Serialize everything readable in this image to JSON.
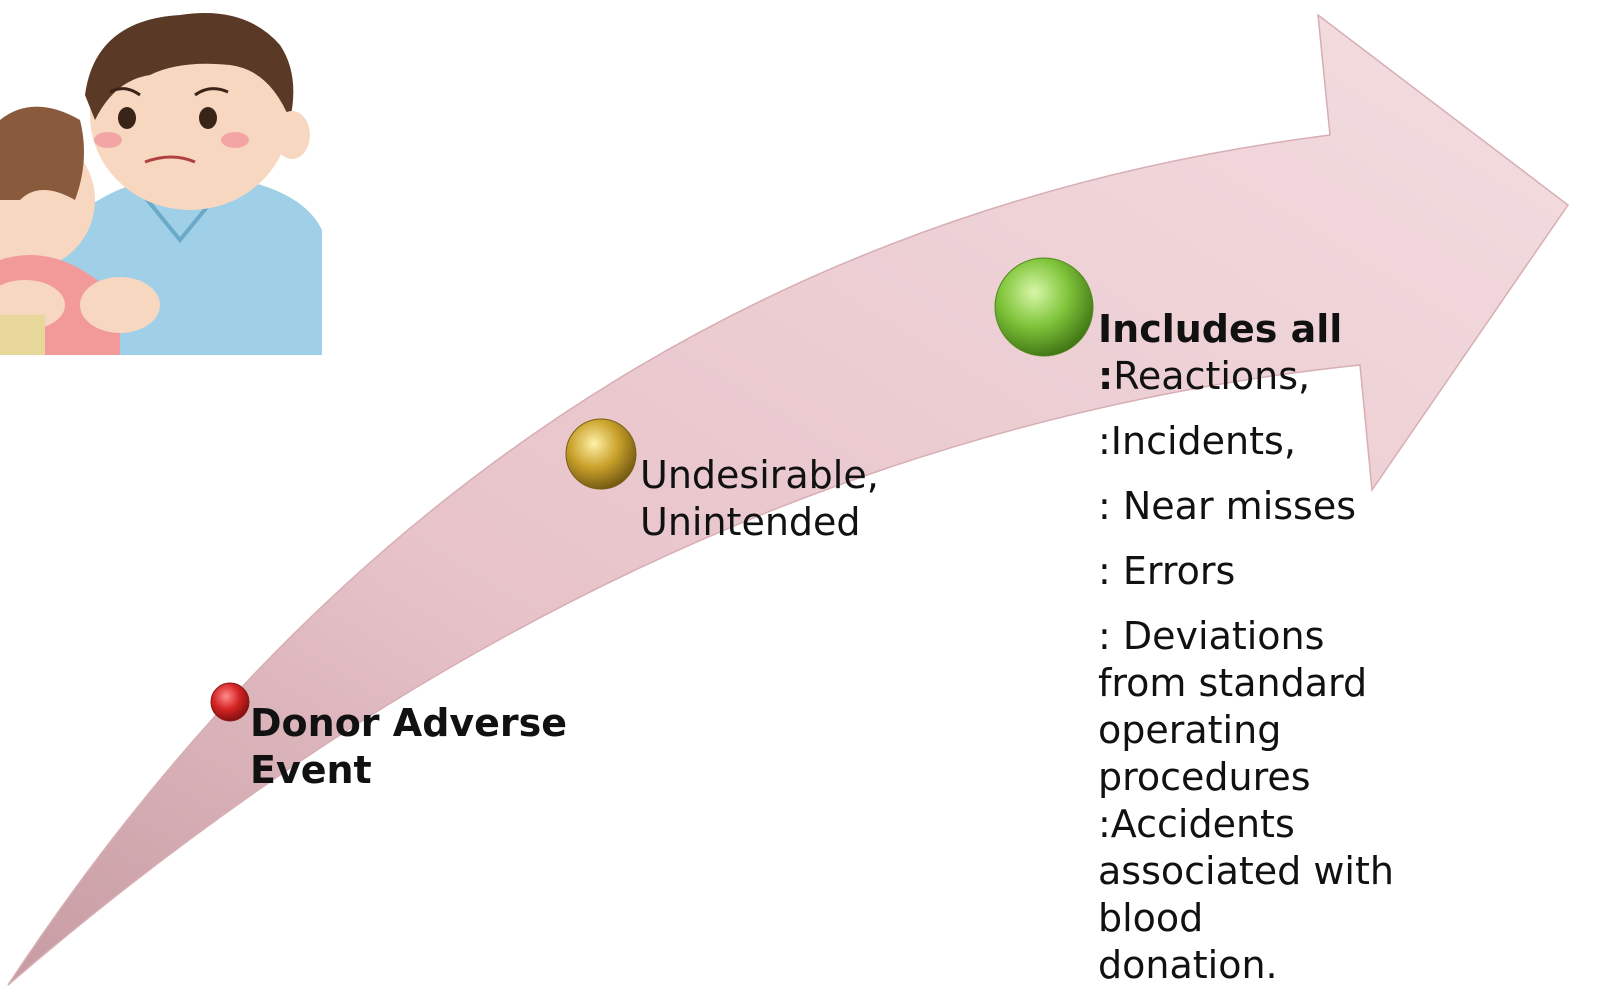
{
  "colors": {
    "arrow_fill": "#ecccd1",
    "arrow_edge": "#c79ba2",
    "dot_red": "#cc2020",
    "dot_gold": "#c9a12a",
    "dot_green": "#7fc43a",
    "text": "#111111"
  },
  "illustration": {
    "name": "worried-caregiver-clipart",
    "description_icon": "person-comforting-icon"
  },
  "stages": [
    {
      "dot_color": "red",
      "lines": [
        "Donor Adverse",
        "Event"
      ]
    },
    {
      "dot_color": "gold",
      "lines": [
        "Undesirable,",
        "Unintended"
      ]
    },
    {
      "dot_color": "green",
      "heading": "Includes all",
      "heading_suffix_colon": ":",
      "items": [
        "Reactions,",
        ":Incidents,",
        ": Near misses",
        ": Errors",
        ": Deviations",
        "from standard",
        "operating",
        "procedures",
        ":Accidents",
        "associated with",
        "blood",
        "donation."
      ]
    }
  ]
}
